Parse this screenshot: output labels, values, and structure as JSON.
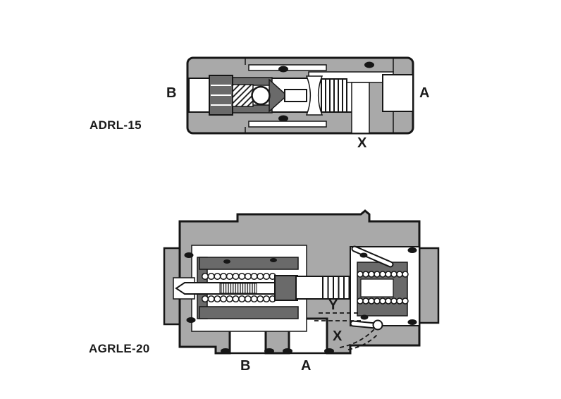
{
  "colors": {
    "body_gray": "#a9a9a9",
    "dark_gray": "#6a6a6a",
    "outline": "#161616",
    "white": "#ffffff",
    "label_color": "#1a1a1a"
  },
  "valve_top": {
    "model": "ADRL-15",
    "port_left": "B",
    "port_right": "A",
    "port_bottom": "X"
  },
  "valve_bottom": {
    "model": "AGRLE-20",
    "port_b": "B",
    "port_a": "A",
    "pilot_y": "Y",
    "pilot_x": "X"
  }
}
